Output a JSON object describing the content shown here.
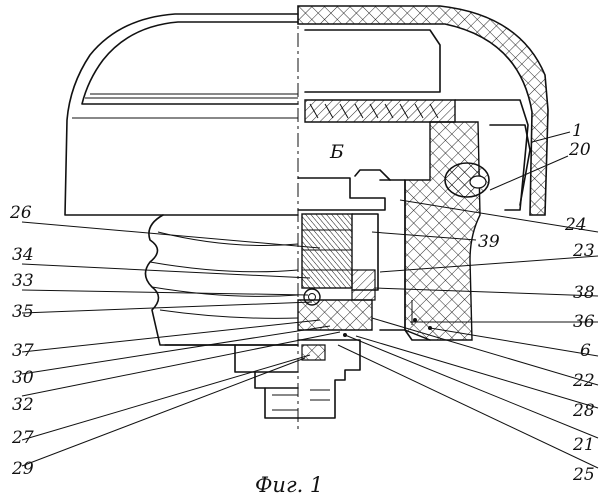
{
  "figure": {
    "caption": "Фиг. 1",
    "chamber_label": "Б"
  },
  "callouts": {
    "c1": "1",
    "c20": "20",
    "c26": "26",
    "c24": "24",
    "c39": "39",
    "c23": "23",
    "c34": "34",
    "c33": "33",
    "c38": "38",
    "c35": "35",
    "c36": "36",
    "c37": "37",
    "c6": "6",
    "c30": "30",
    "c22": "22",
    "c32": "32",
    "c28": "28",
    "c27": "27",
    "c21": "21",
    "c29": "29",
    "c25": "25"
  },
  "colors": {
    "ink": "#111111",
    "paper": "#ffffff"
  }
}
